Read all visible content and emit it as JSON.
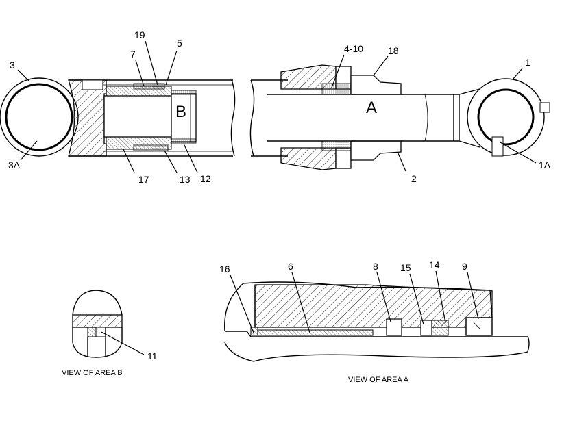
{
  "diagram": {
    "callouts_main": [
      "19",
      "5",
      "7",
      "3",
      "3A",
      "17",
      "13",
      "12",
      "4-10",
      "18",
      "1",
      "1A",
      "2"
    ],
    "area_labels": {
      "a": "A",
      "b": "B"
    },
    "callouts_area_a": [
      "16",
      "6",
      "8",
      "15",
      "14",
      "9"
    ],
    "callouts_area_b": [
      "11"
    ],
    "captions": {
      "area_b": "VIEW OF AREA B",
      "area_a": "VIEW OF AREA A"
    }
  }
}
